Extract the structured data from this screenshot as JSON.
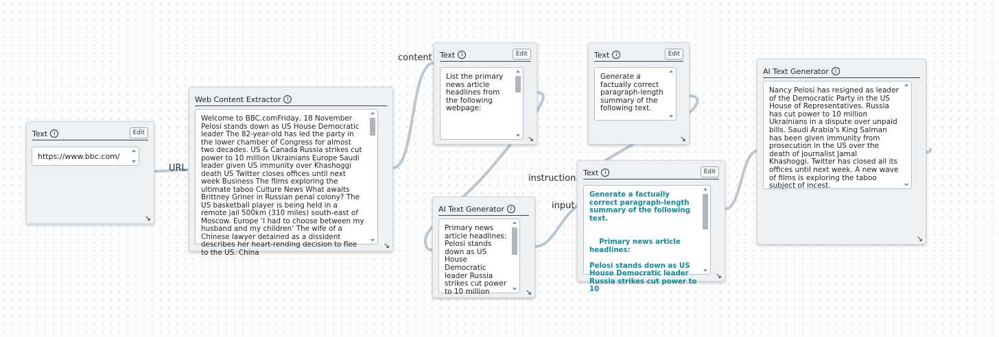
{
  "nodes": {
    "url_text": {
      "title": "Text",
      "edit_label": "Edit",
      "value": "https://www.bbc.com/"
    },
    "web_extractor": {
      "title": "Web Content Extractor",
      "content": "Welcome to BBC.comFriday, 18 November Pelosi stands down as US House Democratic leader The 82-year-old has led the party in the lower chamber of Congress for almost two decades. US & Canada Russia strikes cut power to 10 million Ukrainians Europe Saudi leader given US immunity over Khashoggi death US Twitter closes offices until next week Business The films exploring the ultimate taboo Culture News What awaits Brittney Griner in Russian penal colony? The US basketball player is being held in a remote jail 500km (310 miles) south-east of Moscow. Europe ‘I had to choose between my husband and my children’ The wife of a Chinese lawyer detained as a dissident describes her heart-rending decision to flee to the US. China"
    },
    "list_text": {
      "title": "Text",
      "edit_label": "Edit",
      "content": "List the primary news article headlines from the following webpage:"
    },
    "generator1": {
      "title": "AI Text Generator",
      "content": "Primary news article headlines: Pelosi stands down as US House Democratic leader Russia strikes cut power to 10 million"
    },
    "summary_text": {
      "title": "Text",
      "edit_label": "Edit",
      "content": "Generate a factually correct paragraph-length summary of the following text."
    },
    "combined_text": {
      "title": "Text",
      "edit_label": "Edit",
      "content": "Generate a factually correct paragraph-length summary of the following text.\n\n\n    Primary news article headlines:\n\nPelosi stands down as US House Democratic leader\nRussia strikes cut power to 10"
    },
    "generator2": {
      "title": "AI Text Generator",
      "content": "Nancy Pelosi has resigned as leader of the Democratic Party in the US House of Representatives. Russia has cut power to 10 million Ukrainians in a dispute over unpaid bills. Saudi Arabia's King Salman has been given immunity from prosecution in the US over the death of journalist Jamal Khashoggi. Twitter has closed all its offices until next week. A new wave of films is exploring the taboo subject of incest."
    }
  },
  "port_labels": {
    "url": "URL",
    "content": "content",
    "instruction": "instruction",
    "input": "input"
  },
  "icons": {
    "info": "info-icon",
    "resize": "resize-handle-icon",
    "resize_glyph": "↘",
    "info_glyph": "i"
  },
  "colors": {
    "canvas": "#fcfcfd",
    "node_bg": "#eef1f4",
    "wire": "#b9c6d3",
    "highlight_text": "#0f8a9a"
  }
}
